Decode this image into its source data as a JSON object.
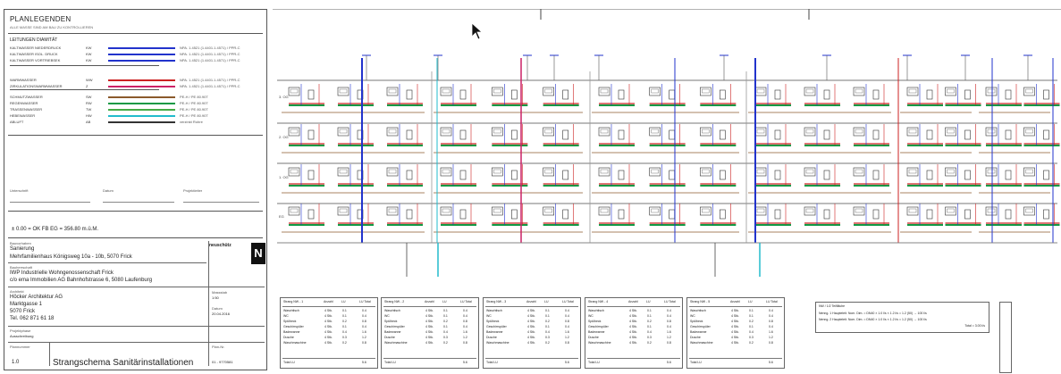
{
  "legend": {
    "title": "PLANLEGENDEN",
    "subtitle": "ALLE MASSE SIND AM BAU ZU KONTROLLIEREN",
    "section_pipes": "LEITUNGEN DIAMITÄT",
    "rows": [
      {
        "name": "KALTWASSER NIEDERDRUCK",
        "code": "KW",
        "color": "#2233cc",
        "spec": "NPA. 1.4521 (1.4401.1.4571) / PPR-C"
      },
      {
        "name": "KALTWASSER ISOL. DRUCK",
        "code": "KW",
        "color": "#2233cc",
        "spec": "NPA. 1.4521 (1.4401.1.4571) / PPR-C"
      },
      {
        "name": "KALTWASSER VORTRIEBSEK",
        "code": "KW",
        "color": "#2233cc",
        "spec": "NPA. 1.4521 (1.4401.1.4571) / PPR-C"
      },
      {
        "name": "WARMWASSER",
        "code": "WW",
        "color": "#cc2222",
        "spec": "NPA. 1.4521 (1.4401.1.4571) / PPR-C"
      },
      {
        "name": "ZIRKULATIONSWARMWASSER",
        "code": "Z",
        "color": "#cc2266",
        "spec": "NPA. 1.4521 (1.4401.1.4571) / PPR-C"
      },
      {
        "name": "SCHMUTZWASSER",
        "code": "SW",
        "color": "#8b5a2b",
        "spec": "PE-H / PE 80.90T"
      },
      {
        "name": "REGENWASSER",
        "code": "RW",
        "color": "#119944",
        "spec": "PE-H / PE 80.90T"
      },
      {
        "name": "TRASSENWASSER",
        "code": "TW",
        "color": "#44aa44",
        "spec": "PE-H / PE 80.90T"
      },
      {
        "name": "HEBEWASSER",
        "code": "HW",
        "color": "#22bbcc",
        "spec": "PE-H / PE 80.90T"
      },
      {
        "name": "ABLUFT",
        "code": "AB",
        "color": "#333333",
        "spec": "verzinkt Rohre"
      }
    ],
    "sign_labels": [
      "Unterschrift",
      "Datum",
      "Projektleiter"
    ],
    "level": "± 0.00 = OK FB EG = 356.80 m.ü.M."
  },
  "titleblock": {
    "project_label": "Bauvorhaben",
    "project": "Sanierung",
    "project2": "Mehrfamilienhaus Königsweg 10a - 10b, 5070 Frick",
    "owner_label": "Bauherrschaft",
    "owner1": "IWP Industrielle Wohngenossenschaft Frick",
    "owner2": "c/o ema Immobilien AG Bahnhofstrasse 6, 5080 Laufenburg",
    "architect_label": "Architekt",
    "architect1": "Höcker Architektur AG",
    "architect2": "Marktgasse 1",
    "architect3": "5070 Frick",
    "architect4": "Tel. 062 871 61 18",
    "phase_label": "Projektphase",
    "phase": "Ausschreibung",
    "number_label": "Plannummer",
    "number": "1.0",
    "drawing": "Strangschema Sanitärinstallationen",
    "scale_label": "Massstab",
    "scale": "1:50",
    "date_label": "Datum",
    "date": "20.04.2016",
    "plan_label": "Plan-Nr.",
    "plan": "01 - 9770581",
    "logo": "neuschütz",
    "north": "N"
  },
  "tables": [
    {
      "title": "Strang NW - 1",
      "rows": [
        [
          "Waschtisch",
          "4 Stk.",
          "0.1",
          "0.4"
        ],
        [
          "WC",
          "4 Stk.",
          "0.1",
          "0.4"
        ],
        [
          "Spülbeck",
          "4 Stk.",
          "0.2",
          "0.8"
        ],
        [
          "Geschirrspüler",
          "4 Stk.",
          "0.1",
          "0.4"
        ],
        [
          "Badewanne",
          "4 Stk.",
          "0.4",
          "1.6"
        ],
        [
          "Dusche",
          "4 Stk.",
          "0.3",
          "1.2"
        ],
        [
          "Waschmaschine",
          "4 Stk.",
          "0.2",
          "0.8"
        ],
        [
          "Total LU",
          "",
          "",
          "5.6"
        ]
      ]
    },
    {
      "title": "Strang NW - 2",
      "rows": [
        [
          "Waschtisch",
          "4 Stk.",
          "0.1",
          "0.4"
        ],
        [
          "WC",
          "4 Stk.",
          "0.1",
          "0.4"
        ],
        [
          "Spülbeck",
          "4 Stk.",
          "0.2",
          "0.8"
        ],
        [
          "Geschirrspüler",
          "4 Stk.",
          "0.1",
          "0.4"
        ],
        [
          "Badewanne",
          "4 Stk.",
          "0.4",
          "1.6"
        ],
        [
          "Dusche",
          "4 Stk.",
          "0.3",
          "1.2"
        ],
        [
          "Waschmaschine",
          "4 Stk.",
          "0.2",
          "0.8"
        ],
        [
          "Total LU",
          "",
          "",
          "5.6"
        ]
      ]
    },
    {
      "title": "Strang NW - 3",
      "rows": [
        [
          "Waschtisch",
          "4 Stk.",
          "0.1",
          "0.4"
        ],
        [
          "WC",
          "4 Stk.",
          "0.1",
          "0.4"
        ],
        [
          "Spülbeck",
          "4 Stk.",
          "0.2",
          "0.8"
        ],
        [
          "Geschirrspüler",
          "4 Stk.",
          "0.1",
          "0.4"
        ],
        [
          "Badewanne",
          "4 Stk.",
          "0.4",
          "1.6"
        ],
        [
          "Dusche",
          "4 Stk.",
          "0.3",
          "1.2"
        ],
        [
          "Waschmaschine",
          "4 Stk.",
          "0.2",
          "0.8"
        ],
        [
          "Total LU",
          "",
          "",
          "5.6"
        ]
      ]
    },
    {
      "title": "Strang NW - 4",
      "rows": [
        [
          "Waschtisch",
          "4 Stk.",
          "0.1",
          "0.4"
        ],
        [
          "WC",
          "4 Stk.",
          "0.1",
          "0.4"
        ],
        [
          "Spülbeck",
          "4 Stk.",
          "0.2",
          "0.8"
        ],
        [
          "Geschirrspüler",
          "4 Stk.",
          "0.1",
          "0.4"
        ],
        [
          "Badewanne",
          "4 Stk.",
          "0.4",
          "1.6"
        ],
        [
          "Dusche",
          "4 Stk.",
          "0.3",
          "1.2"
        ],
        [
          "Waschmaschine",
          "4 Stk.",
          "0.2",
          "0.8"
        ],
        [
          "Total LU",
          "",
          "",
          "5.6"
        ]
      ]
    },
    {
      "title": "Strang NW - 5",
      "rows": [
        [
          "Waschtisch",
          "4 Stk.",
          "0.1",
          "0.4"
        ],
        [
          "WC",
          "4 Stk.",
          "0.1",
          "0.4"
        ],
        [
          "Spülbeck",
          "4 Stk.",
          "0.2",
          "0.8"
        ],
        [
          "Geschirrspüler",
          "4 Stk.",
          "0.1",
          "0.4"
        ],
        [
          "Badewanne",
          "4 Stk.",
          "0.4",
          "1.6"
        ],
        [
          "Dusche",
          "4 Stk.",
          "0.3",
          "1.2"
        ],
        [
          "Waschmaschine",
          "4 Stk.",
          "0.2",
          "0.8"
        ],
        [
          "Total LU",
          "",
          "",
          "5.6"
        ]
      ]
    }
  ],
  "table_headers": [
    "Anzahl",
    "LU",
    "LU Total"
  ],
  "summary": {
    "title": "NW / 1/2 Teilfläche",
    "rows": [
      "Nenng. 1  Haupteleit. Nom. Dim.  =  DN40 × 1.0 l/s × 1.2 l/s = 1.2 (50)  →  100 l/s",
      "Nenng. 2  Haupteleit. Nom. Dim.  =  DN40 × 1.0 l/s × 1.2 l/s = 1.2 (50)  →  100 l/s",
      "Total  =  3.00 l/s"
    ]
  },
  "floors": [
    "3. OG",
    "2. OG",
    "1. OG",
    "EG"
  ],
  "colors": {
    "cold": "#2233cc",
    "hot": "#cc2222",
    "circ": "#cc2266",
    "waste": "#8b5a2b",
    "rain": "#119944",
    "cyan": "#22bbcc"
  },
  "icons": [
    "cursor-arrow-icon",
    "north-arrow-icon"
  ]
}
